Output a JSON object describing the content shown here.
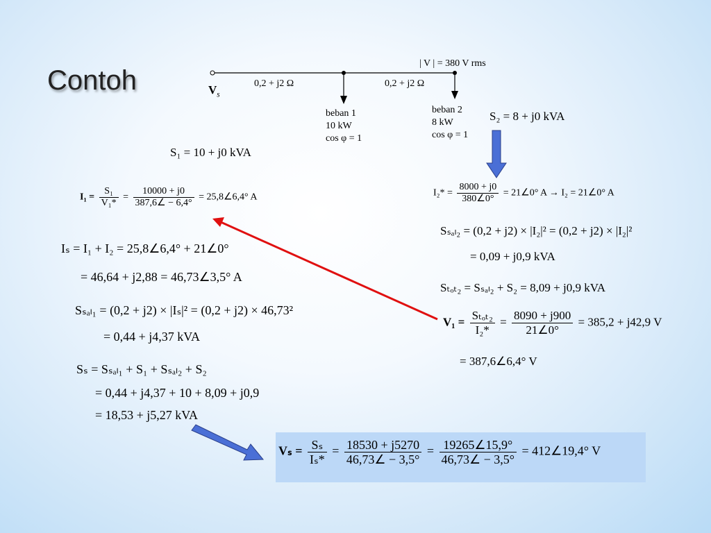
{
  "title": "Contoh",
  "circuit": {
    "voltage_label": "| V | = 380 V rms",
    "source_label": "V",
    "source_sub": "s",
    "line1_impedance": "0,2 + j2 Ω",
    "line2_impedance": "0,2 + j2 Ω",
    "load1": [
      "beban 1",
      "10 kW",
      "cos φ = 1"
    ],
    "load2": [
      "beban 2",
      "8 kW",
      "cos φ = 1"
    ]
  },
  "equations": {
    "s2": "S₂ = 8 + j0  kVA",
    "s1": "S₁ = 10 + j0  kVA",
    "i1_lhs": "I₁ =",
    "i1_frac1_num": "S₁",
    "i1_frac1_den": "V₁*",
    "i1_frac2_num": "10000 + j0",
    "i1_frac2_den": "387,6∠ − 6,4°",
    "i1_rhs": "= 25,8∠6,4°  A",
    "is_line1": "Iₛ = I₁ + I₂ = 25,8∠6,4° + 21∠0°",
    "is_line2": "= 46,64 + j2,88 = 46,73∠3,5°  A",
    "ssal1_line1": "Sₛₐₗ₁ = (0,2 + j2) × |Iₛ|² = (0,2 + j2) × 46,73²",
    "ssal1_line2": "= 0,44 + j4,37  kVA",
    "ss_line1": "Sₛ = Sₛₐₗ₁ + S₁ + Sₛₐₗ₂ + S₂",
    "ss_line2": "= 0,44 + j4,37 + 10 + 8,09 + j0,9",
    "ss_line3": "= 18,53 + j5,27  kVA",
    "i2_lhs": "I₂* =",
    "i2_frac_num": "8000 + j0",
    "i2_frac_den": "380∠0°",
    "i2_rhs": "= 21∠0°  A   →   I₂ = 21∠0°  A",
    "ssal2_line1": "Sₛₐₗ₂ = (0,2 + j2) × |I₂|² = (0,2 + j2) × |I₂|²",
    "ssal2_line2": "= 0,09 + j0,9  kVA",
    "stot2": "Sₜₒₜ₂ = Sₛₐₗ₂ + S₂ = 8,09 + j0,9  kVA",
    "v1_lhs": "V₁ =",
    "v1_frac1_num": "Sₜₒₜ₂",
    "v1_frac1_den": "I₂*",
    "v1_frac2_num": "8090 + j900",
    "v1_frac2_den": "21∠0°",
    "v1_rhs": "= 385,2 + j42,9 V",
    "v1_line2": "= 387,6∠6,4°  V",
    "vs_lhs": "Vₛ =",
    "vs_frac1_num": "Sₛ",
    "vs_frac1_den": "Iₛ*",
    "vs_frac2_num": "18530 + j5270",
    "vs_frac2_den": "46,73∠ − 3,5°",
    "vs_frac3_num": "19265∠15,9°",
    "vs_frac3_den": "46,73∠ − 3,5°",
    "vs_rhs": "= 412∠19,4°  V"
  },
  "colors": {
    "blue_arrow": "#4a6fd6",
    "red_arrow": "#e01010",
    "result_box": "#bcd8f7"
  }
}
